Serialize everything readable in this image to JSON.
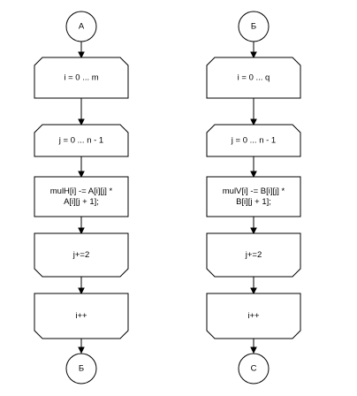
{
  "flowcharts": [
    {
      "nodes": [
        {
          "id": "start",
          "shape": "circle",
          "lines": [
            "А"
          ]
        },
        {
          "id": "loop-i-begin",
          "shape": "loop-begin",
          "lines": [
            "i = 0 ... m"
          ]
        },
        {
          "id": "loop-j-begin",
          "shape": "loop-begin",
          "lines": [
            "j = 0 ... n - 1"
          ]
        },
        {
          "id": "process",
          "shape": "rect",
          "lines": [
            "mulH[i] -= A[i][j] *",
            "A[i][j + 1];"
          ]
        },
        {
          "id": "loop-j-end",
          "shape": "loop-end",
          "lines": [
            "j+=2"
          ]
        },
        {
          "id": "loop-i-end",
          "shape": "loop-end",
          "lines": [
            "i++"
          ]
        },
        {
          "id": "end",
          "shape": "circle",
          "lines": [
            "Б"
          ]
        }
      ]
    },
    {
      "nodes": [
        {
          "id": "start",
          "shape": "circle",
          "lines": [
            "Б"
          ]
        },
        {
          "id": "loop-i-begin",
          "shape": "loop-begin",
          "lines": [
            "i = 0 ... q"
          ]
        },
        {
          "id": "loop-j-begin",
          "shape": "loop-begin",
          "lines": [
            "j = 0 ... n - 1"
          ]
        },
        {
          "id": "process",
          "shape": "rect",
          "lines": [
            "mulV[i] -= B[i][j] *",
            "B[i][j + 1];"
          ]
        },
        {
          "id": "loop-j-end",
          "shape": "loop-end",
          "lines": [
            "j+=2"
          ]
        },
        {
          "id": "loop-i-end",
          "shape": "loop-end",
          "lines": [
            "i++"
          ]
        },
        {
          "id": "end",
          "shape": "circle",
          "lines": [
            "С"
          ]
        }
      ]
    }
  ]
}
